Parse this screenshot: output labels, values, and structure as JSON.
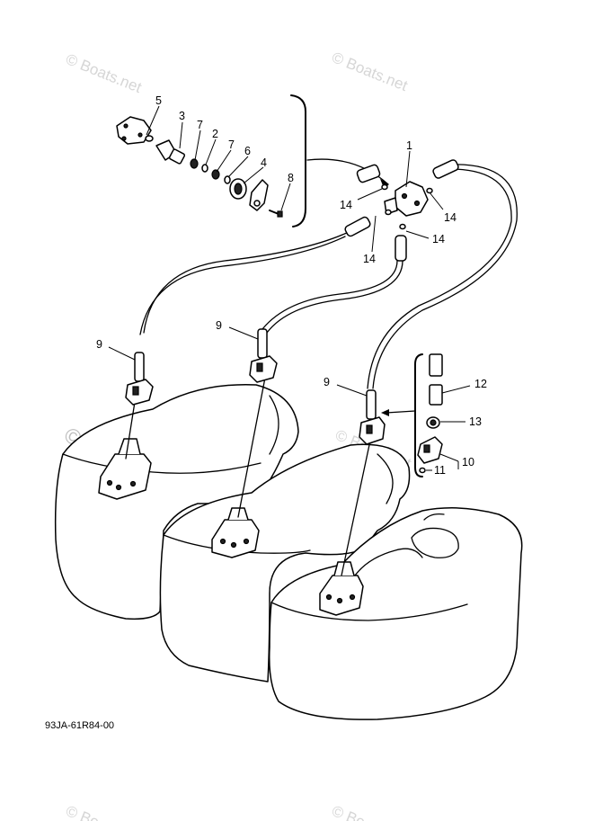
{
  "diagram": {
    "callouts": {
      "c1": "1",
      "c2": "2",
      "c3": "3",
      "c4": "4",
      "c5": "5",
      "c6": "6",
      "c7a": "7",
      "c7b": "7",
      "c8": "8",
      "c9a": "9",
      "c9b": "9",
      "c9c": "9",
      "c10": "10",
      "c11": "11",
      "c12": "12",
      "c13": "13",
      "c14a": "14",
      "c14b": "14",
      "c14c": "14",
      "c14d": "14"
    },
    "drawing_code": "93JA-61R84-00"
  },
  "watermark": {
    "small": "© Boats.net",
    "large": "© Boats.net"
  }
}
